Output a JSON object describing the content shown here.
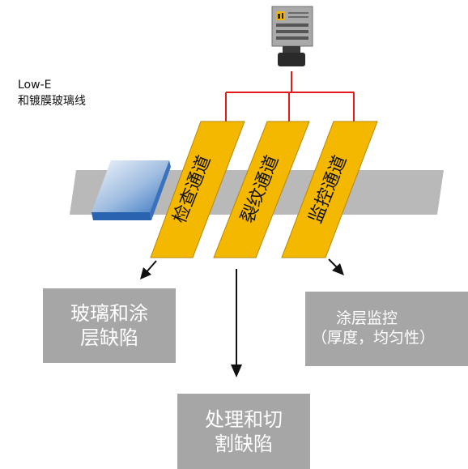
{
  "title": {
    "line1": "Low-E",
    "line2": "和镀膜玻璃线"
  },
  "channels": [
    {
      "label": "检查通道"
    },
    {
      "label": "裂纹通道"
    },
    {
      "label": "监控通道"
    }
  ],
  "outputs": {
    "left": {
      "line1": "玻璃和涂",
      "line2": "层缺陷"
    },
    "center": {
      "line1": "处理和切",
      "line2": "割缺陷"
    },
    "right": {
      "line1": "涂层监控",
      "line2": "（厚度，均匀性）"
    }
  },
  "colors": {
    "strip": "#f5b800",
    "strip_edge": "#b88600",
    "conveyor": "#b9b9b9",
    "wire": "#e21b1b",
    "box": "#a6a6a6",
    "glass_light": "#dfe9f5",
    "glass_dark": "#2a6ab7"
  },
  "icons": {
    "camera": "camera-icon",
    "glass": "glass-pane-icon"
  }
}
